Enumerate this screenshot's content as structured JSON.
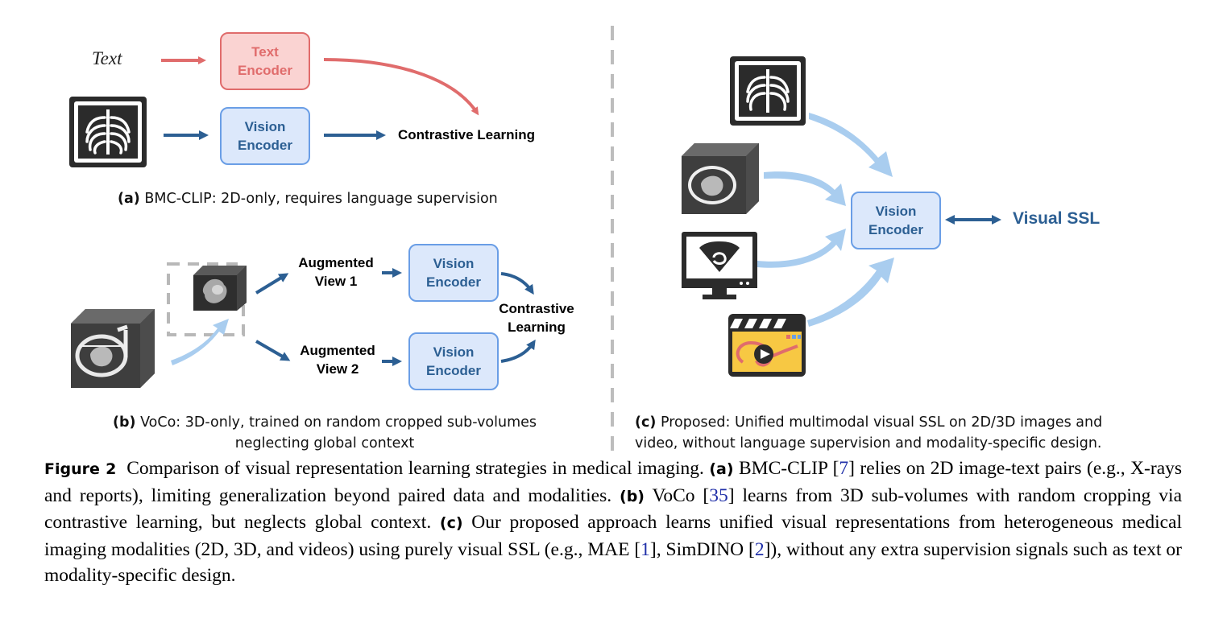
{
  "panel_a": {
    "text_label": "Text",
    "text_encoder": "Text\nEncoder",
    "vision_encoder": "Vision\nEncoder",
    "contrastive": "Contrastive Learning",
    "caption_tag": "(a)",
    "caption": "BMC-CLIP: 2D-only, requires language supervision"
  },
  "panel_b": {
    "view1": "Augmented\nView 1",
    "view2": "Augmented\nView 2",
    "vision_encoder_1": "Vision\nEncoder",
    "vision_encoder_2": "Vision\nEncoder",
    "contrastive": "Contrastive\nLearning",
    "caption_tag": "(b)",
    "caption_line1": "VoCo: 3D-only, trained on random cropped sub-volumes",
    "caption_line2": "neglecting global context"
  },
  "panel_c": {
    "vision_encoder": "Vision\nEncoder",
    "ssl": "Visual SSL",
    "caption_tag": "(c)",
    "caption_line1": "Proposed: Unified multimodal visual SSL on 2D/3D images and",
    "caption_line2": "video, without language supervision and modality-specific design."
  },
  "figure_caption": {
    "label": "Figure 2",
    "s1": "Comparison of visual representation learning strategies in medical imaging.",
    "a_tag": "(a)",
    "s2": "BMC-CLIP [",
    "ref7": "7",
    "s3": "] relies on 2D image-text pairs (e.g., X-rays and reports), limiting generalization beyond paired data and modalities.",
    "b_tag": "(b)",
    "s4": "VoCo [",
    "ref35": "35",
    "s5": "] learns from 3D sub-volumes with random cropping via contrastive learning, but neglects global context.",
    "c_tag": "(c)",
    "s6": "Our proposed approach learns unified visual representations from heterogeneous medical imaging modalities (2D, 3D, and videos) using purely visual SSL (e.g., MAE [",
    "ref1": "1",
    "s7": "], SimDINO [",
    "ref2": "2",
    "s8": "]), without any extra supervision signals such as text or modality-specific design."
  },
  "colors": {
    "red": "#e06c6c",
    "dark_blue": "#2c5f93",
    "light_blue": "#a9cdef",
    "gray": "#b8b8b8"
  },
  "icons": [
    "chest-xray-icon",
    "ct-cube-icon",
    "ultrasound-monitor-icon",
    "video-clapper-icon"
  ]
}
